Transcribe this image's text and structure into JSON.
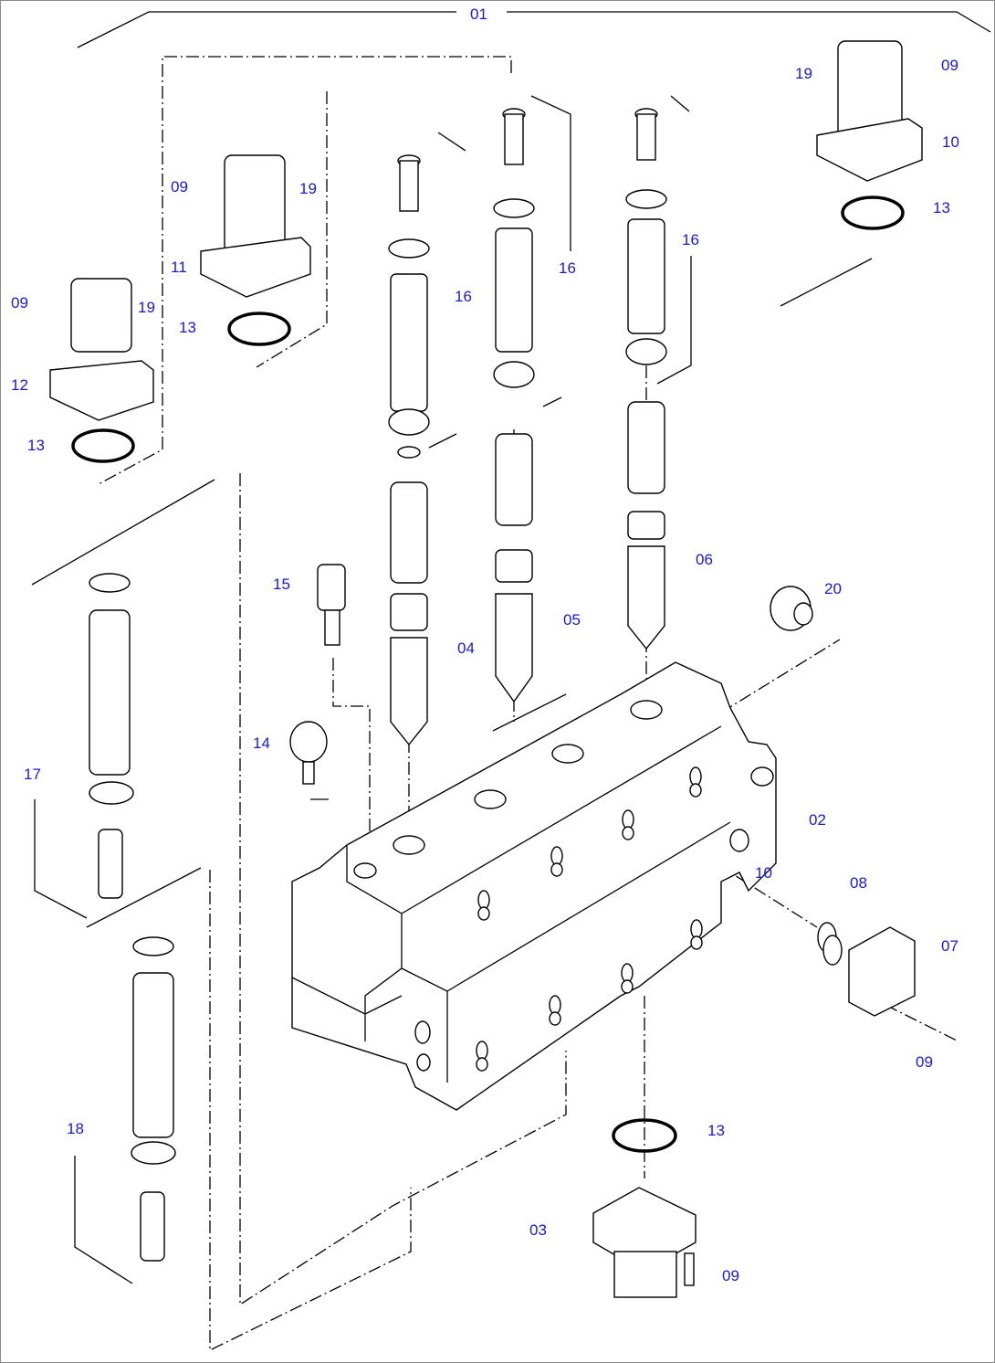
{
  "diagram": {
    "colors": {
      "label": "#1a1ad0",
      "line": "#000000",
      "frame": "#8a8a8a"
    },
    "callouts": {
      "c01": "01",
      "c02": "02",
      "c03": "03",
      "c04": "04",
      "c05": "05",
      "c06": "06",
      "c07": "07",
      "c08": "08",
      "c09a": "09",
      "c09b": "09",
      "c09c": "09",
      "c09d": "09",
      "c09e": "09",
      "c10a": "10",
      "c10b": "10",
      "c11": "11",
      "c12": "12",
      "c13a": "13",
      "c13b": "13",
      "c13c": "13",
      "c13d": "13",
      "c14": "14",
      "c15": "15",
      "c16a": "16",
      "c16b": "16",
      "c16c": "16",
      "c17": "17",
      "c18": "18",
      "c19a": "19",
      "c19b": "19",
      "c19c": "19",
      "c20": "20"
    }
  }
}
